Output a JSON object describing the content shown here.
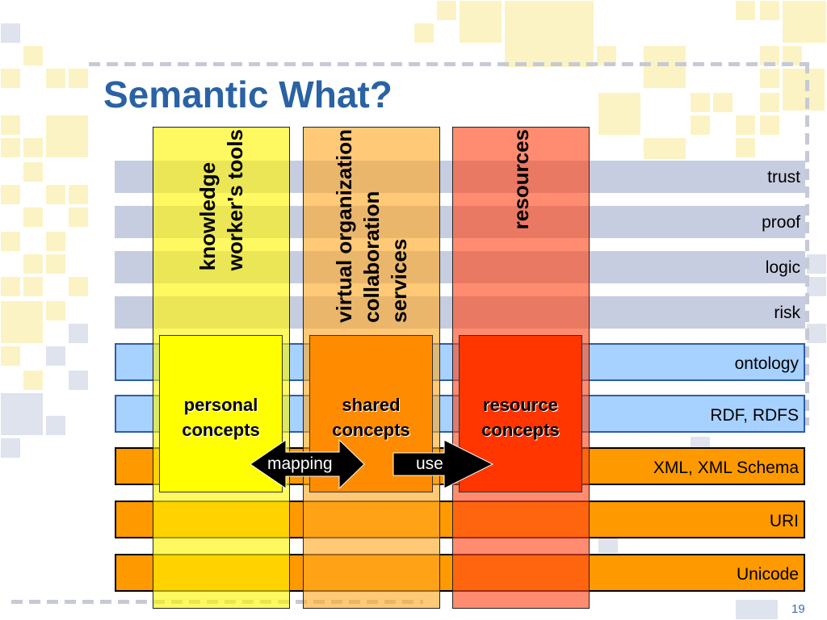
{
  "slide": {
    "title": "Semantic What?",
    "page_number": "19"
  },
  "layers": [
    {
      "label": "trust",
      "style": "gray"
    },
    {
      "label": "proof",
      "style": "gray"
    },
    {
      "label": "logic",
      "style": "gray"
    },
    {
      "label": "risk",
      "style": "gray"
    },
    {
      "label": "ontology",
      "style": "blue"
    },
    {
      "label": "RDF, RDFS",
      "style": "blue"
    },
    {
      "label": "XML, XML Schema",
      "style": "orange"
    },
    {
      "label": "URI",
      "style": "orange"
    },
    {
      "label": "Unicode",
      "style": "orange"
    }
  ],
  "columns": [
    {
      "title": "knowledge\nworker's tools",
      "color": "#fff500"
    },
    {
      "title": "virtual organization\ncollaboration\nservices",
      "color": "#ffa823"
    },
    {
      "title": "resources",
      "color": "#ff4619"
    }
  ],
  "concepts": [
    {
      "label": "personal\nconcepts",
      "color": "#ffff00"
    },
    {
      "label": "shared\nconcepts",
      "color": "#ff8c00"
    },
    {
      "label": "resource\nconcepts",
      "color": "#ff3600"
    }
  ],
  "arrows": {
    "mapping": {
      "label": "mapping",
      "direction": "both"
    },
    "use": {
      "label": "use",
      "direction": "right"
    }
  }
}
